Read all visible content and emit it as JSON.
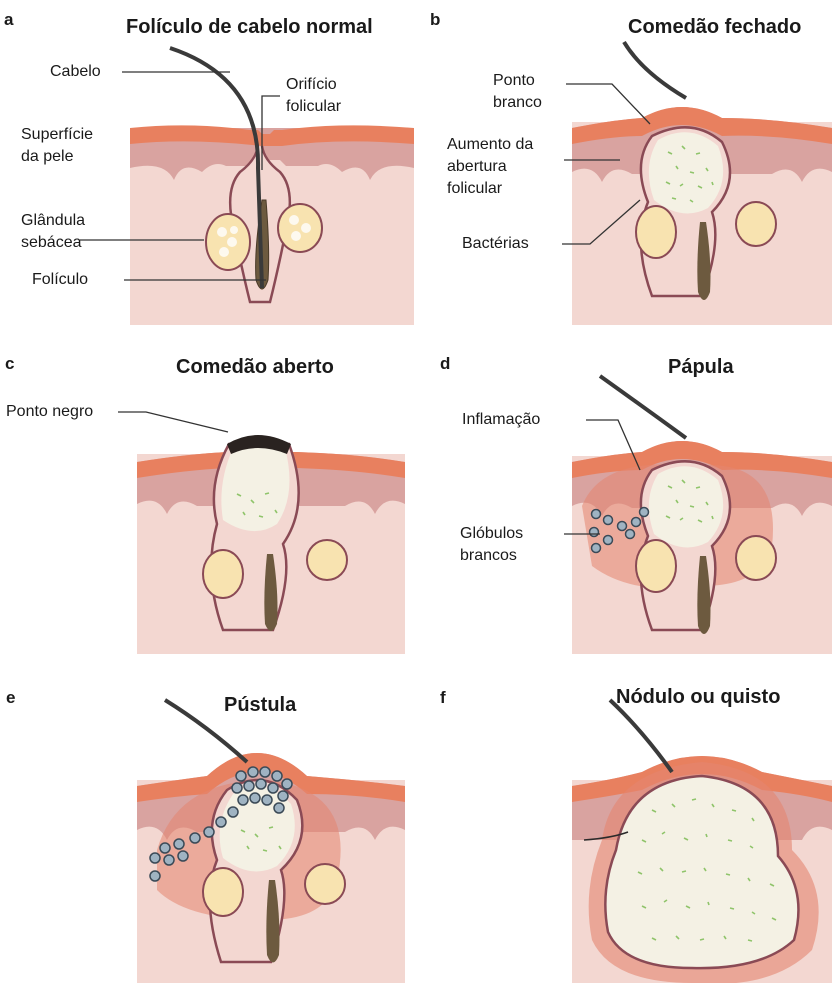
{
  "panels": {
    "a": {
      "letter": "a",
      "title": "Folículo de cabelo normal",
      "labels": {
        "hair": "Cabelo",
        "opening_1": "Orifício",
        "opening_2": "folicular",
        "surface_1": "Superfície",
        "surface_2": "da pele",
        "gland_1": "Glândula",
        "gland_2": "sebácea",
        "follicle": "Folículo"
      }
    },
    "b": {
      "letter": "b",
      "title": "Comedão fechado",
      "labels": {
        "whitehead_1": "Ponto",
        "whitehead_2": "branco",
        "widening_1": "Aumento da",
        "widening_2": "abertura",
        "widening_3": "folicular",
        "bacteria": "Bactérias"
      }
    },
    "c": {
      "letter": "c",
      "title": "Comedão aberto",
      "labels": {
        "blackhead": "Ponto negro"
      }
    },
    "d": {
      "letter": "d",
      "title": "Pápula",
      "labels": {
        "inflammation": "Inflamação",
        "wbc_1": "Glóbulos",
        "wbc_2": "brancos"
      }
    },
    "e": {
      "letter": "e",
      "title": "Pústula"
    },
    "f": {
      "letter": "f",
      "title": "Nódulo ou quisto"
    }
  },
  "colors": {
    "surface": "#e8805f",
    "epidermis": "#d9a3a0",
    "dermis": "#f3d7d1",
    "follicle_wall": "#8a4a55",
    "sebum": "#f4f1e4",
    "gland": "#f8e3b0",
    "inflammation": "#e48570",
    "bacteria": "#8fc46a",
    "wbc": "#9fb3c2"
  }
}
